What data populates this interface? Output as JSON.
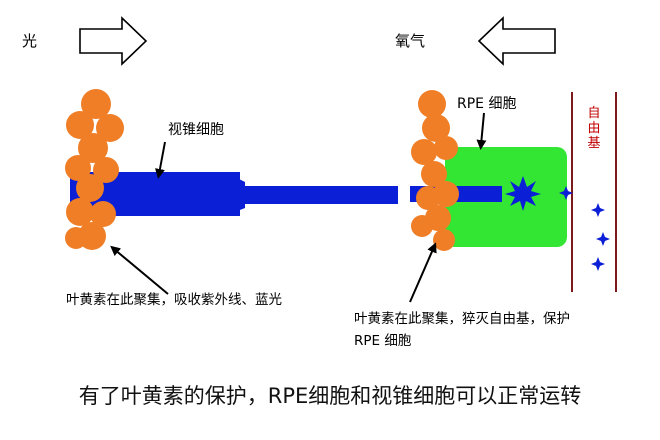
{
  "labels": {
    "light": "光",
    "oxygen": "氧气",
    "cone_cell": "视锥细胞",
    "rpe_cell": "RPE 细胞",
    "free_radical": "自由基",
    "lutein_left": "叶黄素在此聚集，吸收紫外线、蓝光",
    "lutein_right": "叶黄素在此聚集，猝灭自由基，保护 RPE 细胞"
  },
  "caption": "有了叶黄素的保护，RPE细胞和视锥细胞可以正常运转",
  "colors": {
    "lutein": "#f07e26",
    "cone": "#0a1fd6",
    "rpe": "#33e633",
    "radical": "#0a1fd6",
    "membrane": "#7a1a1a",
    "vertical_text": "#c00000"
  }
}
